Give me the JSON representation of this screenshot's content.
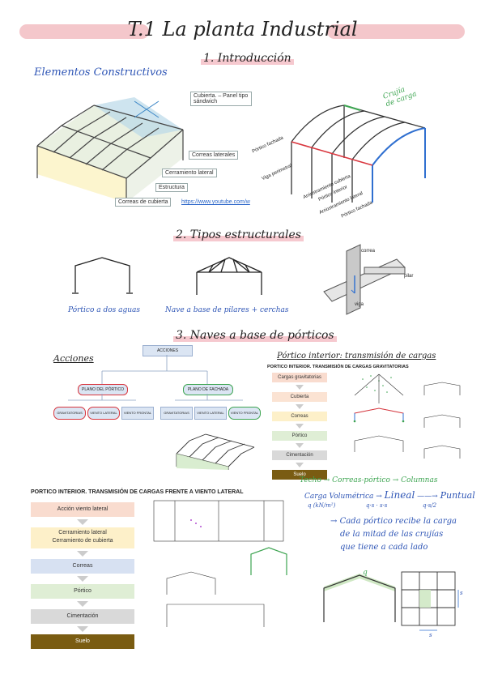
{
  "title": "T.1  La planta Industrial",
  "sections": {
    "s1": "1. Introducción",
    "s2": "2. Tipos estructurales",
    "s3": "3. Naves a base de pórticos"
  },
  "intro": {
    "heading": "Elementos Constructivos",
    "labels": {
      "cubierta": "Cubierta. – Panel tipo sándwich",
      "correas_laterales": "Correas laterales",
      "cerramiento_lateral": "Cerramiento lateral",
      "estructura": "Estructura",
      "correas_cubierta": "Correas de cubierta"
    },
    "link": "https://www.youtube.com/w",
    "right_labels": {
      "crujia": "Crujía de carga",
      "portico_fachada_top": "Pórtico fachada",
      "viga_perimetral": "Viga perimetral",
      "arriostramiento_cubierta": "Arriostramiento cubierta",
      "portico_interior": "Pórtico interior",
      "arriostramiento_lateral": "Arriostramiento lateral",
      "portico_fachada_bottom": "Pórtico fachada"
    }
  },
  "tipos": {
    "dos_aguas": "Pórtico a dos aguas",
    "pilares_cerchas": "Nave a base de pilares + cerchas",
    "beam_labels": {
      "correa": "correa",
      "pilar": "pilar",
      "viga": "viga"
    }
  },
  "naves": {
    "acciones": {
      "heading": "Acciones",
      "root": "ACCIONES",
      "plano_portico": "PLANO DEL PÓRTICO",
      "plano_fachada": "PLANO DE FACHADA",
      "leaves": [
        "GRAVITATORIAS",
        "VIENTO LATERAL",
        "VIENTO FRONTAL",
        "GRAVITATORIAS",
        "VIENTO LATERAL",
        "VIENTO FRONTAL"
      ]
    },
    "portico_interior": {
      "heading": "Pórtico interior: transmisión de cargas",
      "subtitle": "PORTICO INTERIOR. TRANSMISIÓN DE CARGAS GRAVITATORIAS",
      "steps": [
        "Cargas gravitatorias",
        "Cubierta",
        "Correas",
        "Pórtico",
        "Cimentación",
        "Suelo"
      ],
      "step_colors": [
        "#f9dccf",
        "#fbe3d3",
        "#fdf0c9",
        "#dfeed5",
        "#d9d9d9",
        "#7a5c12"
      ]
    },
    "viento": {
      "heading": "PORTICO INTERIOR. TRANSMISIÓN DE CARGAS FRENTE A VIENTO LATERAL",
      "steps": [
        "Acción viento lateral",
        "Cerramiento lateral\nCerramiento de cubierta",
        "Correas",
        "Pórtico",
        "Cimentación",
        "Suelo"
      ],
      "step_colors": [
        "#f9dccf",
        "#fdf0c9",
        "#d7e1f2",
        "#dfeed5",
        "#d9d9d9",
        "#7a5c12"
      ]
    },
    "notes": {
      "chain": [
        "Techo",
        "Correas-pórtico",
        "Columnas"
      ],
      "line2": [
        "Carga Volumétrica",
        "Lineal",
        "Puntual"
      ],
      "line3_left": "q (kN/m²)",
      "line3_mid": "q·s · s·s",
      "line3_right": "q·s/2",
      "bullet_lines": [
        "Cada pórtico recibe la carga",
        "de la mitad de las crujías",
        "que tiene a cada lado"
      ],
      "grid_label_bottom": "s",
      "grid_label_side": "s",
      "roof_label": "q"
    }
  }
}
